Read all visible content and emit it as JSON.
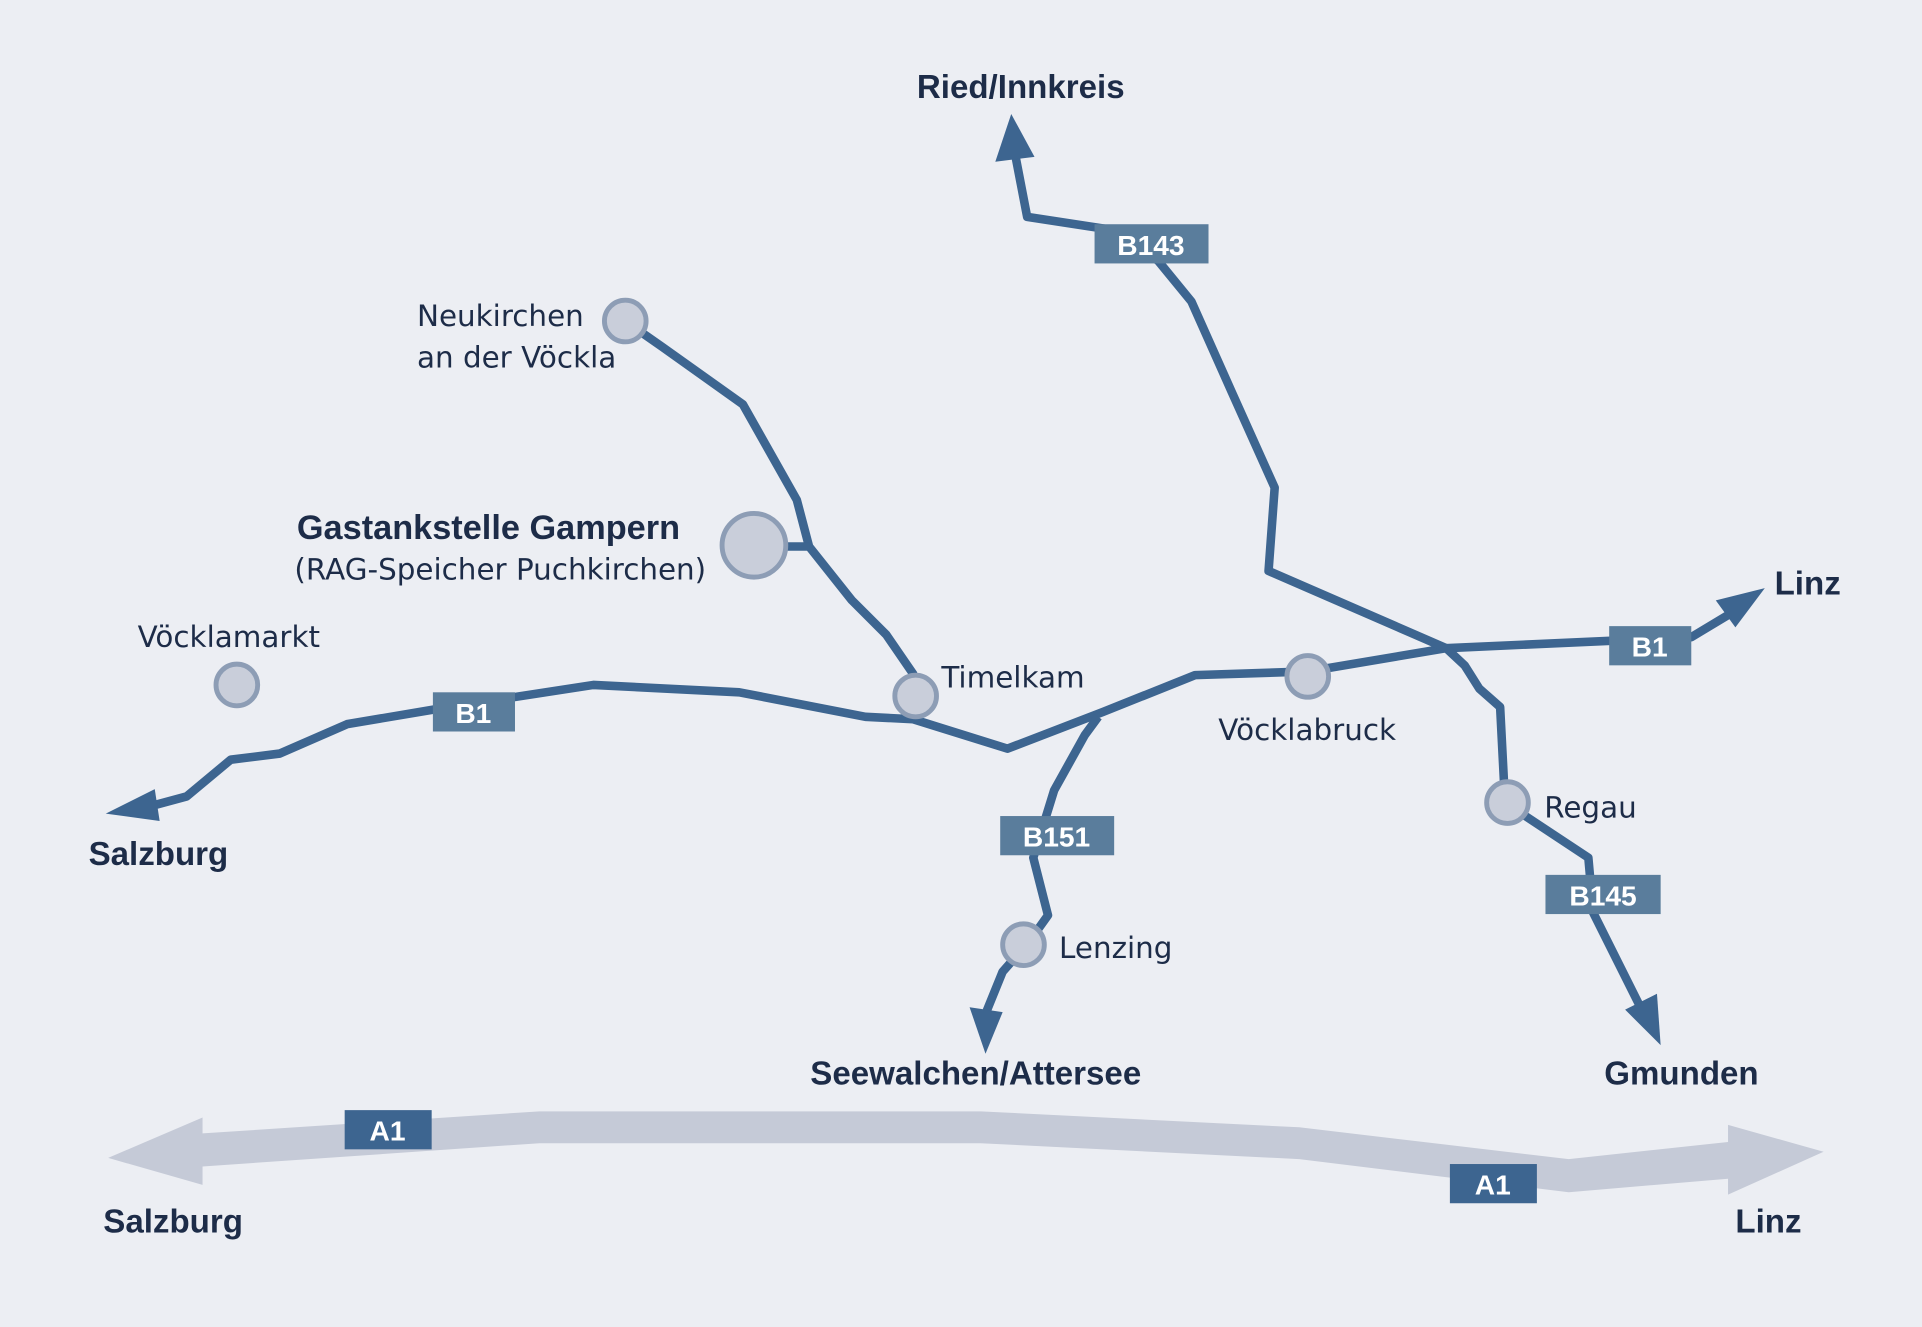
{
  "colors": {
    "background": "#eceef3",
    "road": "#3d6590",
    "highway": "#c5cad7",
    "road_label": "#5a7d9c",
    "town": "#c9ceda",
    "text": "#1d2c48"
  },
  "destinations": {
    "ried": "Ried/Innkreis",
    "linz_b1": "Linz",
    "salzburg_b1": "Salzburg",
    "seewalchen": "Seewalchen/Attersee",
    "gmunden": "Gmunden",
    "salzburg_a1": "Salzburg",
    "linz_a1": "Linz"
  },
  "towns": {
    "neukirchen_1": "Neukirchen",
    "neukirchen_2": "an der Vöckla",
    "voecklamarkt": "Vöcklamarkt",
    "timelkam": "Timelkam",
    "voecklabruck": "Vöcklabruck",
    "regau": "Regau",
    "lenzing": "Lenzing"
  },
  "station": {
    "name": "Gastankstelle Gampern",
    "subtitle": "(RAG-Speicher Puchkirchen)"
  },
  "road_labels": {
    "b143": "B143",
    "b1_west": "B1",
    "b1_east": "B1",
    "b151": "B151",
    "b145": "B145",
    "a1_west": "A1",
    "a1_east": "A1"
  }
}
